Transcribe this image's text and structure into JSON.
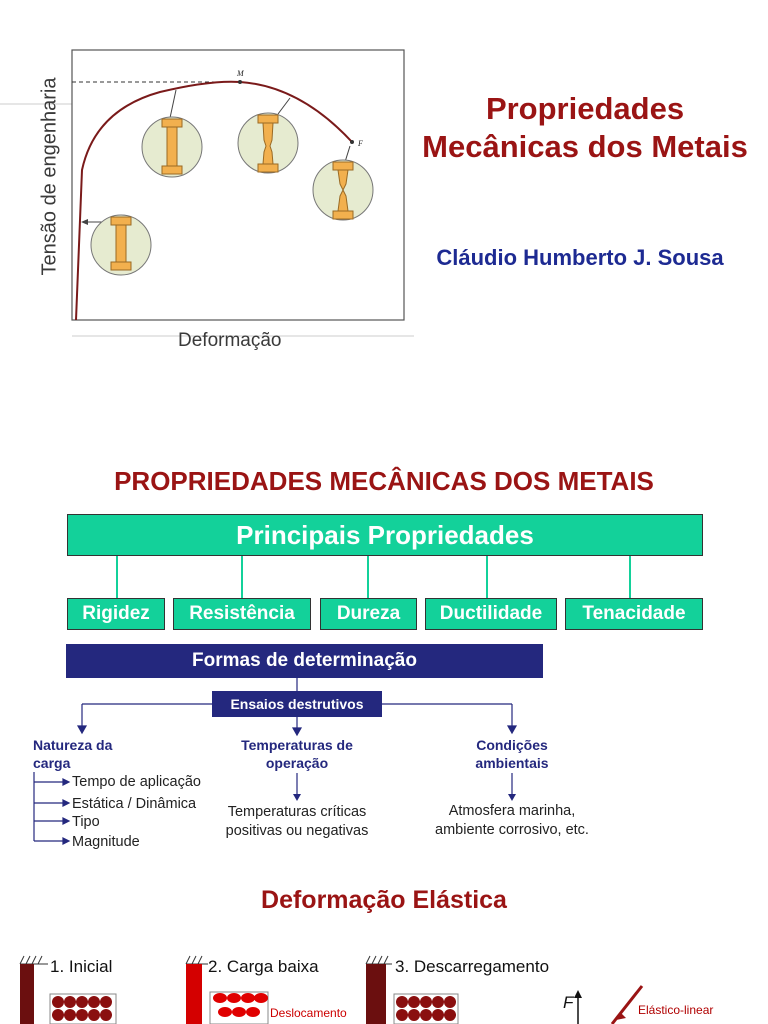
{
  "slide1": {
    "title_line1": "Propriedades",
    "title_line2": "Mecânicas dos Metais",
    "author": "Cláudio Humberto J. Sousa",
    "graph": {
      "ylabel": "Tensão de engenharia",
      "xlabel": "Deformação",
      "point_m": "M",
      "point_f": "F"
    }
  },
  "slide2": {
    "title": "PROPRIEDADES MECÂNICAS DOS METAIS",
    "main_box": "Principais Propriedades",
    "properties": [
      "Rigidez",
      "Resistência",
      "Dureza",
      "Ductilidade",
      "Tenacidade"
    ],
    "formas": "Formas de determinação",
    "ensaios": "Ensaios destrutivos",
    "natureza": {
      "heading_line1": "Natureza da",
      "heading_line2": "carga",
      "items": [
        "Tempo de aplicação",
        "Estática / Dinâmica",
        "Tipo",
        "Magnitude"
      ]
    },
    "temperaturas": {
      "heading_line1": "Temperaturas de",
      "heading_line2": "operação",
      "text_line1": "Temperaturas críticas",
      "text_line2": "positivas ou negativas"
    },
    "condicoes": {
      "heading_line1": "Condições",
      "heading_line2": "ambientais",
      "text_line1": "Atmosfera marinha,",
      "text_line2": "ambiente corrosivo, etc."
    }
  },
  "slide3": {
    "title": "Deformação Elástica",
    "steps": [
      "1. Inicial",
      "2. Carga baixa",
      "3. Descarregamento"
    ],
    "deslocamento": "Deslocamento",
    "force_label": "F",
    "elastico": "Elástico-linear"
  },
  "colors": {
    "title_red": "#9a1414",
    "author_blue": "#1d2a92",
    "green": "#13d19a",
    "navy": "#24287e"
  }
}
